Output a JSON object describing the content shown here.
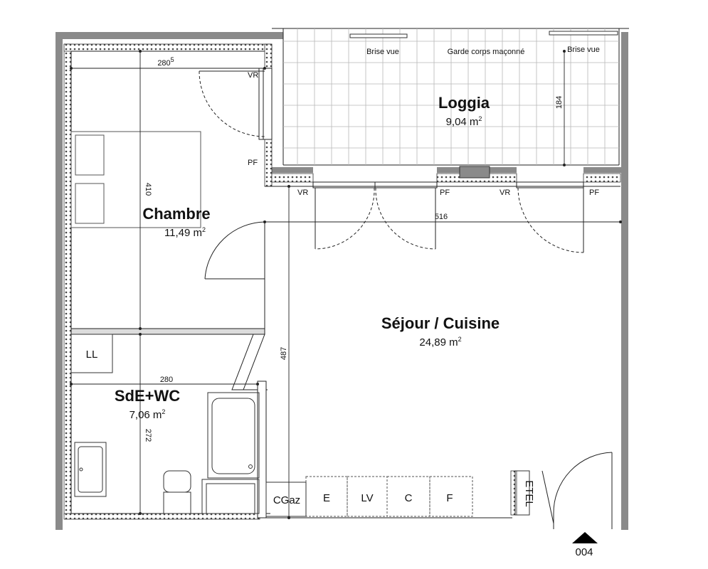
{
  "rooms": {
    "loggia": {
      "name": "Loggia",
      "area": "9,04 m",
      "sup": "2"
    },
    "chambre": {
      "name": "Chambre",
      "area": "11,49 m",
      "sup": "2"
    },
    "sejour": {
      "name": "Séjour / Cuisine",
      "area": "24,89 m",
      "sup": "2"
    },
    "sde": {
      "name": "SdE+WC",
      "area": "7,06 m",
      "sup": "2"
    }
  },
  "annotations": {
    "brise_vue_left": "Brise vue",
    "brise_vue_right": "Brise vue",
    "garde_corps": "Garde corps maçonné",
    "vr": "VR",
    "pf": "PF",
    "ll": "LL",
    "cgaz": "CGaz",
    "etel": "ETEL",
    "e": "E",
    "lv": "LV",
    "c": "C",
    "f": "F",
    "plan_ref": "004"
  },
  "dimensions": {
    "chambre_width": "280",
    "chambre_width_sup": "5",
    "chambre_height": "410",
    "loggia_depth": "184",
    "sejour_width": "516",
    "sejour_height": "487",
    "sde_width": "280",
    "sde_height": "272"
  }
}
